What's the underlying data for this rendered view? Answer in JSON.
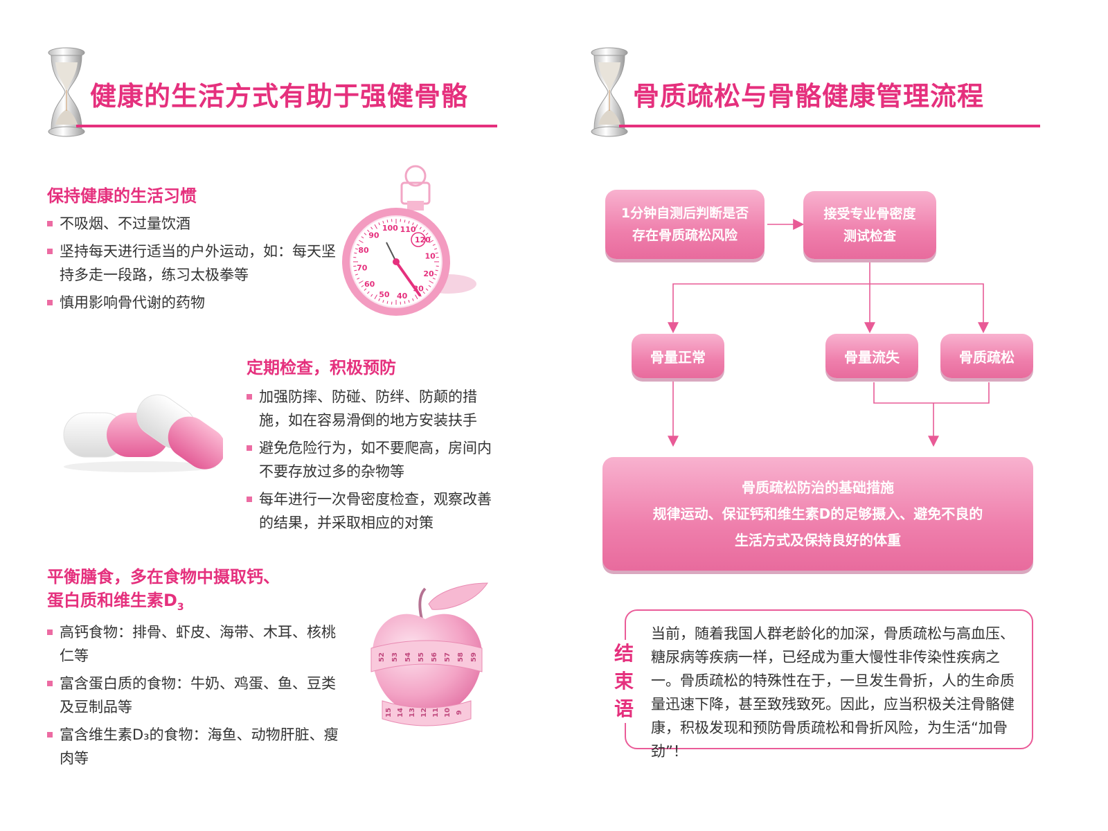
{
  "left": {
    "title": "健康的生活方式有助于强健骨骼",
    "habits": {
      "title": "保持健康的生活习惯",
      "items": [
        "不吸烟、不过量饮酒",
        "坚持每天进行适当的户外运动，如：每天坚持多走一段路，练习太极拳等",
        "慎用影响骨代谢的药物"
      ]
    },
    "checkup": {
      "title": "定期检查，积极预防",
      "items": [
        "加强防摔、防碰、防绊、防颠的措施，如在容易滑倒的地方安装扶手",
        "避免危险行为，如不要爬高，房间内不要存放过多的杂物等",
        "每年进行一次骨密度检查，观察改善的结果，并采取相应的对策"
      ]
    },
    "diet": {
      "title_line1": "平衡膳食，多在食物中摄取钙、",
      "title_line2": "蛋白质和维生素D",
      "title_sub": "3",
      "items": [
        "高钙食物：排骨、虾皮、海带、木耳、核桃仁等",
        "富含蛋白质的食物：牛奶、鸡蛋、鱼、豆类及豆制品等",
        "富含维生素D₃的食物：海鱼、动物肝脏、瘦肉等"
      ]
    }
  },
  "right": {
    "title": "骨质疏松与骨骼健康管理流程",
    "flow": {
      "step1_line1": "1分钟自测后判断是否",
      "step1_line2": "存在骨质疏松风险",
      "step2_line1": "接受专业骨密度",
      "step2_line2": "测试检查",
      "result_normal": "骨量正常",
      "result_loss": "骨量流失",
      "result_osteo": "骨质疏松",
      "base_title": "骨质疏松防治的基础措施",
      "base_line1": "规律运动、保证钙和维生素D的足够摄入、避免不良的",
      "base_line2": "生活方式及保持良好的体重"
    },
    "conclusion": {
      "label": [
        "结",
        "束",
        "语"
      ],
      "text": "当前，随着我国人群老龄化的加深，骨质疏松与高血压、糖尿病等疾病一样，已经成为重大慢性非传染性疾病之一。骨质疏松的特殊性在于，一旦发生骨折，人的生命质量迅速下降，甚至致残致死。因此，应当积极关注骨骼健康，积极发现和预防骨质疏松和骨折风险，为生活“加骨劲”！"
    }
  },
  "stopwatch_ticks": [
    "100",
    "110",
    "120",
    "10",
    "20",
    "30",
    "40",
    "50",
    "60",
    "70",
    "80",
    "90"
  ],
  "tape_top": [
    "52",
    "53",
    "54",
    "55",
    "56",
    "57",
    "58",
    "59"
  ],
  "tape_bottom": [
    "15",
    "14",
    "13",
    "12",
    "11",
    "10",
    "9"
  ],
  "colors": {
    "accent": "#e5307d",
    "box": "#ef7fac",
    "arrow": "#e85a96",
    "bullet": "#ec6ba2"
  }
}
